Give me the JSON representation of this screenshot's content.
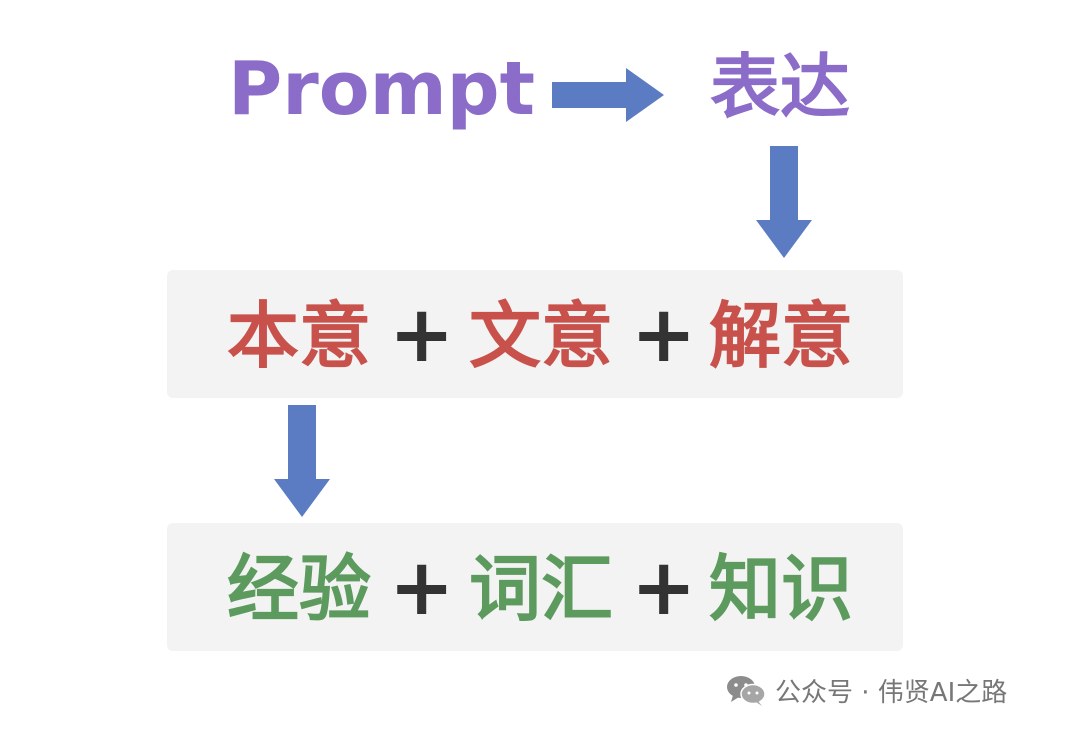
{
  "top_row": {
    "prompt": "Prompt",
    "expression": "表达"
  },
  "meanings_row": {
    "term1": "本意",
    "plus1": "+",
    "term2": "文意",
    "plus2": "+",
    "term3": "解意"
  },
  "skills_row": {
    "term1": "经验",
    "plus1": "+",
    "term2": "词汇",
    "plus2": "+",
    "term3": "知识"
  },
  "watermark": {
    "icon": "wechat-icon",
    "text": "公众号 · 伟贤AI之路"
  },
  "colors": {
    "purple": "#8B6CC8",
    "arrow_blue": "#5B7BC2",
    "red": "#C8524B",
    "green": "#5C9A5E",
    "plus": "#333333",
    "panel_bg": "#F3F3F3"
  }
}
